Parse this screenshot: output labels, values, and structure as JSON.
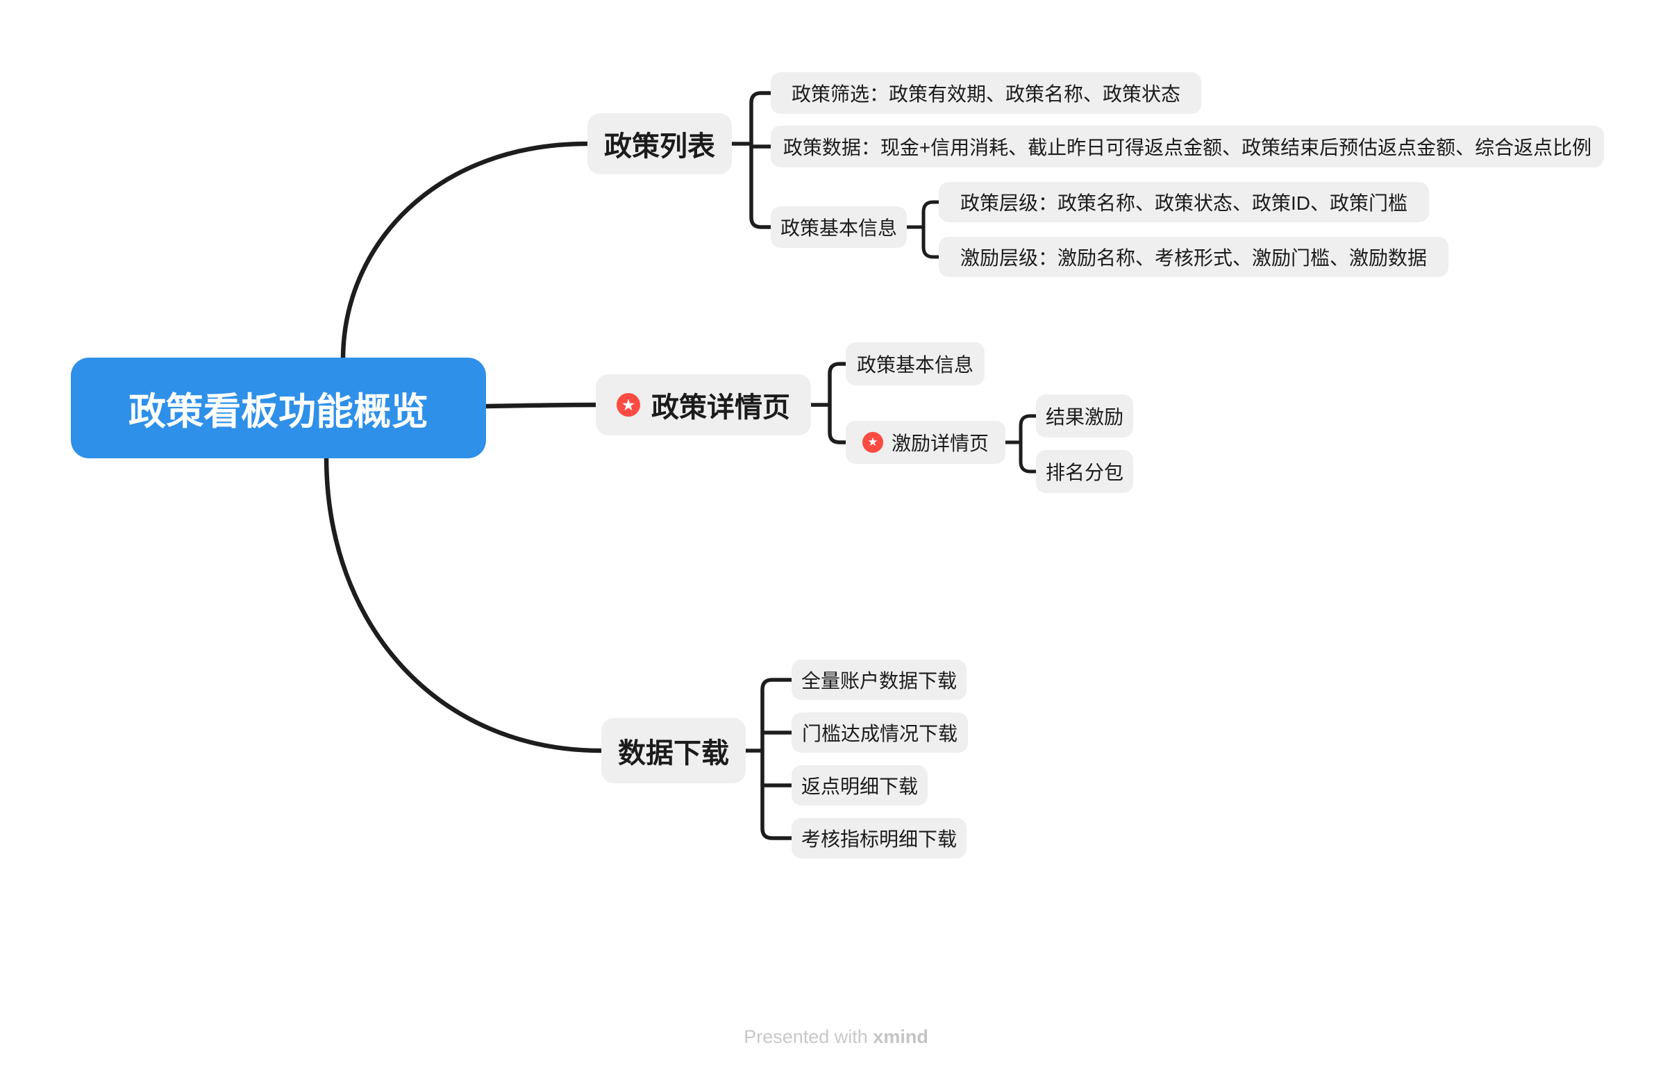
{
  "meta": {
    "app": "xmind mind map",
    "colors": {
      "root_fill": "#2E90E9",
      "root_text": "#FFFFFF",
      "topic_fill": "#EFEFEF",
      "topic_text": "#1B1B1B",
      "connector": "#1D1D1D",
      "star_badge": "#FB4B42",
      "watermark_text": "#C8C8C8",
      "background": "#FFFFFF"
    }
  },
  "icons": {
    "star": "★"
  },
  "tree": {
    "root": {
      "label": "政策看板功能概览"
    },
    "branches": [
      {
        "label": "政策列表",
        "children": [
          {
            "label": "政策筛选：政策有效期、政策名称、政策状态"
          },
          {
            "label": "政策数据：现金+信用消耗、截止昨日可得返点金额、政策结束后预估返点金额、综合返点比例"
          },
          {
            "label": "政策基本信息",
            "children": [
              {
                "label": "政策层级：政策名称、政策状态、政策ID、政策门槛"
              },
              {
                "label": "激励层级：激励名称、考核形式、激励门槛、激励数据"
              }
            ]
          }
        ]
      },
      {
        "label": "政策详情页",
        "starred": true,
        "children": [
          {
            "label": "政策基本信息"
          },
          {
            "label": "激励详情页",
            "starred": true,
            "children": [
              {
                "label": "结果激励"
              },
              {
                "label": "排名分包"
              }
            ]
          }
        ]
      },
      {
        "label": "数据下载",
        "children": [
          {
            "label": "全量账户数据下载"
          },
          {
            "label": "门槛达成情况下载"
          },
          {
            "label": "返点明细下载"
          },
          {
            "label": "考核指标明细下载"
          }
        ]
      }
    ]
  },
  "watermark": {
    "prefix": "Presented with ",
    "brand": "xmind"
  }
}
